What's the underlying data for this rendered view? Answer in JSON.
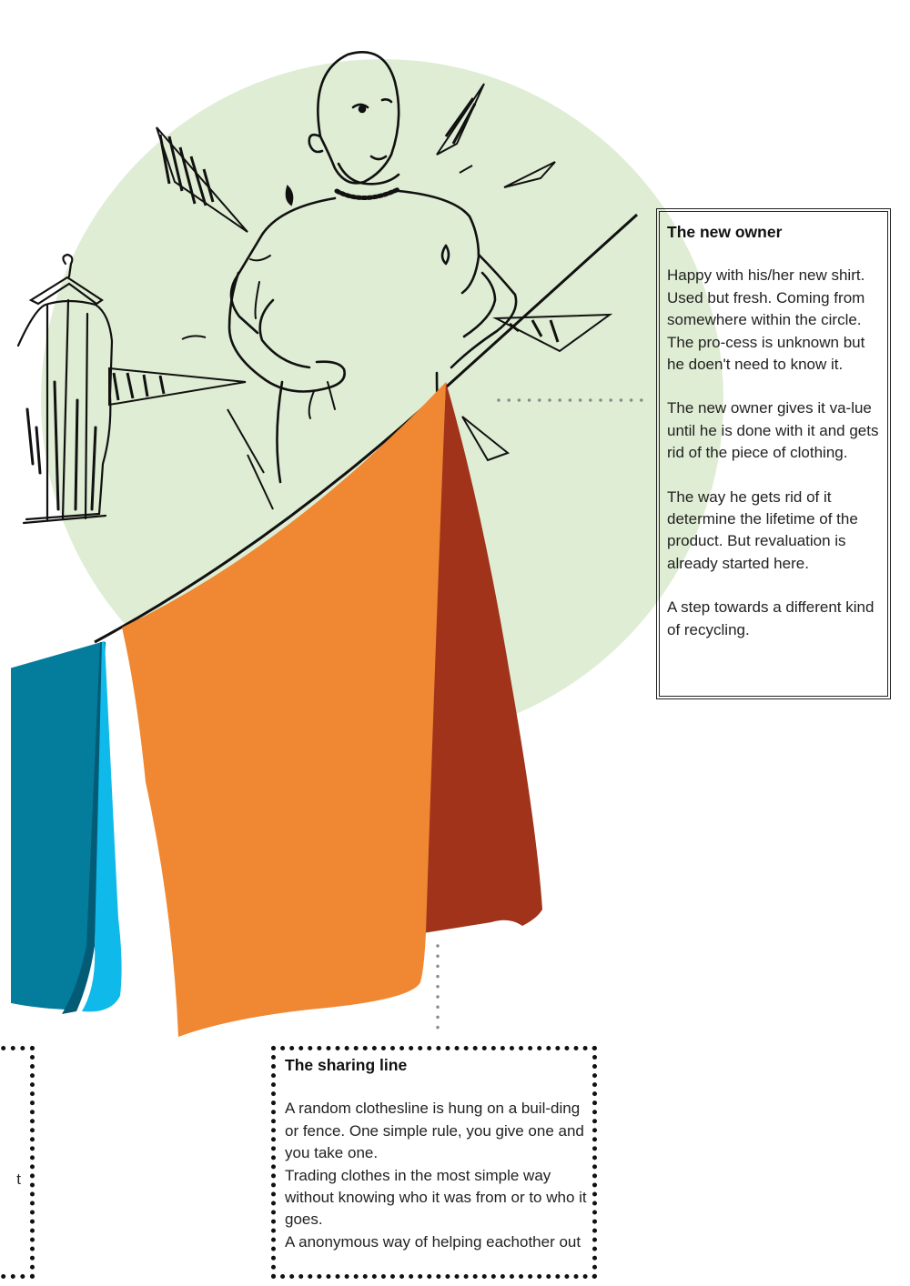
{
  "colors": {
    "circle": "#dfedd4",
    "orange_cloth": "#f08732",
    "rust_cloth": "#a0331a",
    "teal_cloth": "#047c9c",
    "dark_teal": "#045b75",
    "light_blue": "#0fb9ea",
    "connector": "#8a8a8a"
  },
  "new_owner": {
    "title": "The new owner",
    "paragraphs": [
      "Happy with his/her new shirt. Used but fresh. Coming from somewhere within the circle. The pro-cess is unknown but he doen't need to know it.",
      "The new owner gives it va-lue until he is done with it and gets rid of the piece of clothing.",
      "The way he gets rid of it determine the lifetime of the product. But revaluation is already started here.",
      "A step towards a different kind of recycling."
    ]
  },
  "sharing_line": {
    "title": "The sharing line",
    "paragraphs": [
      "A random clothesline is hung on a buil-ding or fence. One simple rule, you give one and you take one.",
      "Trading clothes in the most simple way without knowing who it was from or to who it goes.",
      "A anonymous way of helping eachother out"
    ]
  },
  "left_box_fragment": "t",
  "illustration": {
    "subject": "man-sketch",
    "object": "hanger-coat-sketch"
  }
}
